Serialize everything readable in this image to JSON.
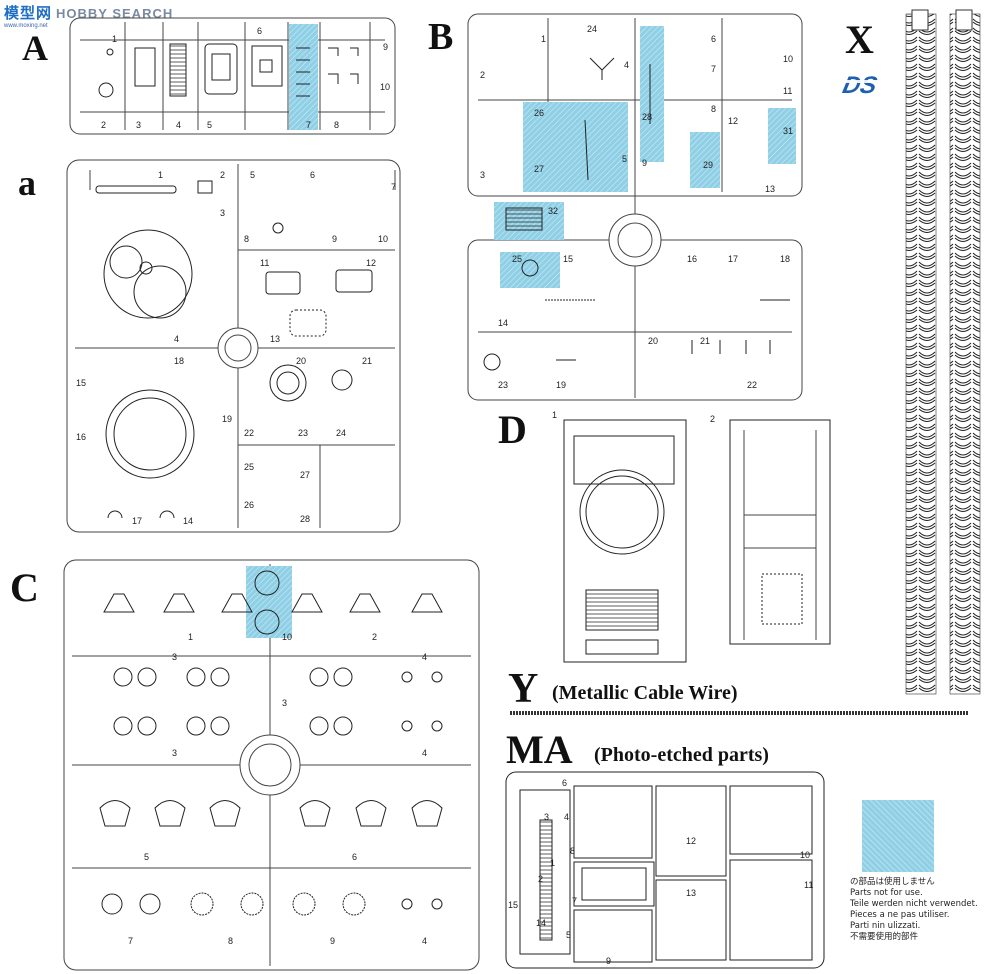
{
  "watermark": {
    "logo": "模型网",
    "text": "HOBBY SEARCH",
    "sub": "www.moxing.net"
  },
  "letters": {
    "A": "A",
    "a": "a",
    "B": "B",
    "C": "C",
    "D": "D",
    "X": "X",
    "Y": "Y",
    "MA": "MA"
  },
  "labels": {
    "y_caption": "(Metallic Cable Wire)",
    "ma_caption": "(Photo-etched parts)",
    "ds_logo": "DS"
  },
  "legend": {
    "lines": [
      "の部品は使用しません",
      "Parts not for use.",
      "Teile werden nicht verwendet.",
      "Pieces a ne pas utiliser.",
      "Parti nin ulizzati.",
      "不需要使用的部件"
    ]
  },
  "sprue_A": {
    "numbers": [
      "1",
      "2",
      "3",
      "4",
      "5",
      "6",
      "7",
      "8",
      "9",
      "10"
    ]
  },
  "sprue_a": {
    "numbers": [
      "1",
      "2",
      "3",
      "4",
      "5",
      "6",
      "7",
      "8",
      "9",
      "10",
      "11",
      "12",
      "13",
      "14",
      "15",
      "16",
      "17",
      "18",
      "19",
      "20",
      "21",
      "22",
      "23",
      "24",
      "25",
      "26",
      "27",
      "28"
    ]
  },
  "sprue_B": {
    "numbers": [
      "1",
      "2",
      "3",
      "4",
      "5",
      "6",
      "7",
      "8",
      "9",
      "10",
      "11",
      "12",
      "13",
      "14",
      "15",
      "16",
      "17",
      "18",
      "19",
      "20",
      "21",
      "22",
      "23",
      "24",
      "25",
      "26",
      "27",
      "28",
      "29",
      "31",
      "32"
    ]
  },
  "sprue_C": {
    "numbers": [
      "1",
      "2",
      "3",
      "3",
      "3",
      "4",
      "4",
      "5",
      "6",
      "7",
      "8",
      "9",
      "10",
      "4"
    ]
  },
  "sprue_D": {
    "numbers": [
      "1",
      "2"
    ]
  },
  "sprue_MA": {
    "numbers": [
      "1",
      "2",
      "3",
      "4",
      "5",
      "6",
      "7",
      "8",
      "9",
      "10",
      "11",
      "12",
      "13",
      "14",
      "15"
    ]
  }
}
